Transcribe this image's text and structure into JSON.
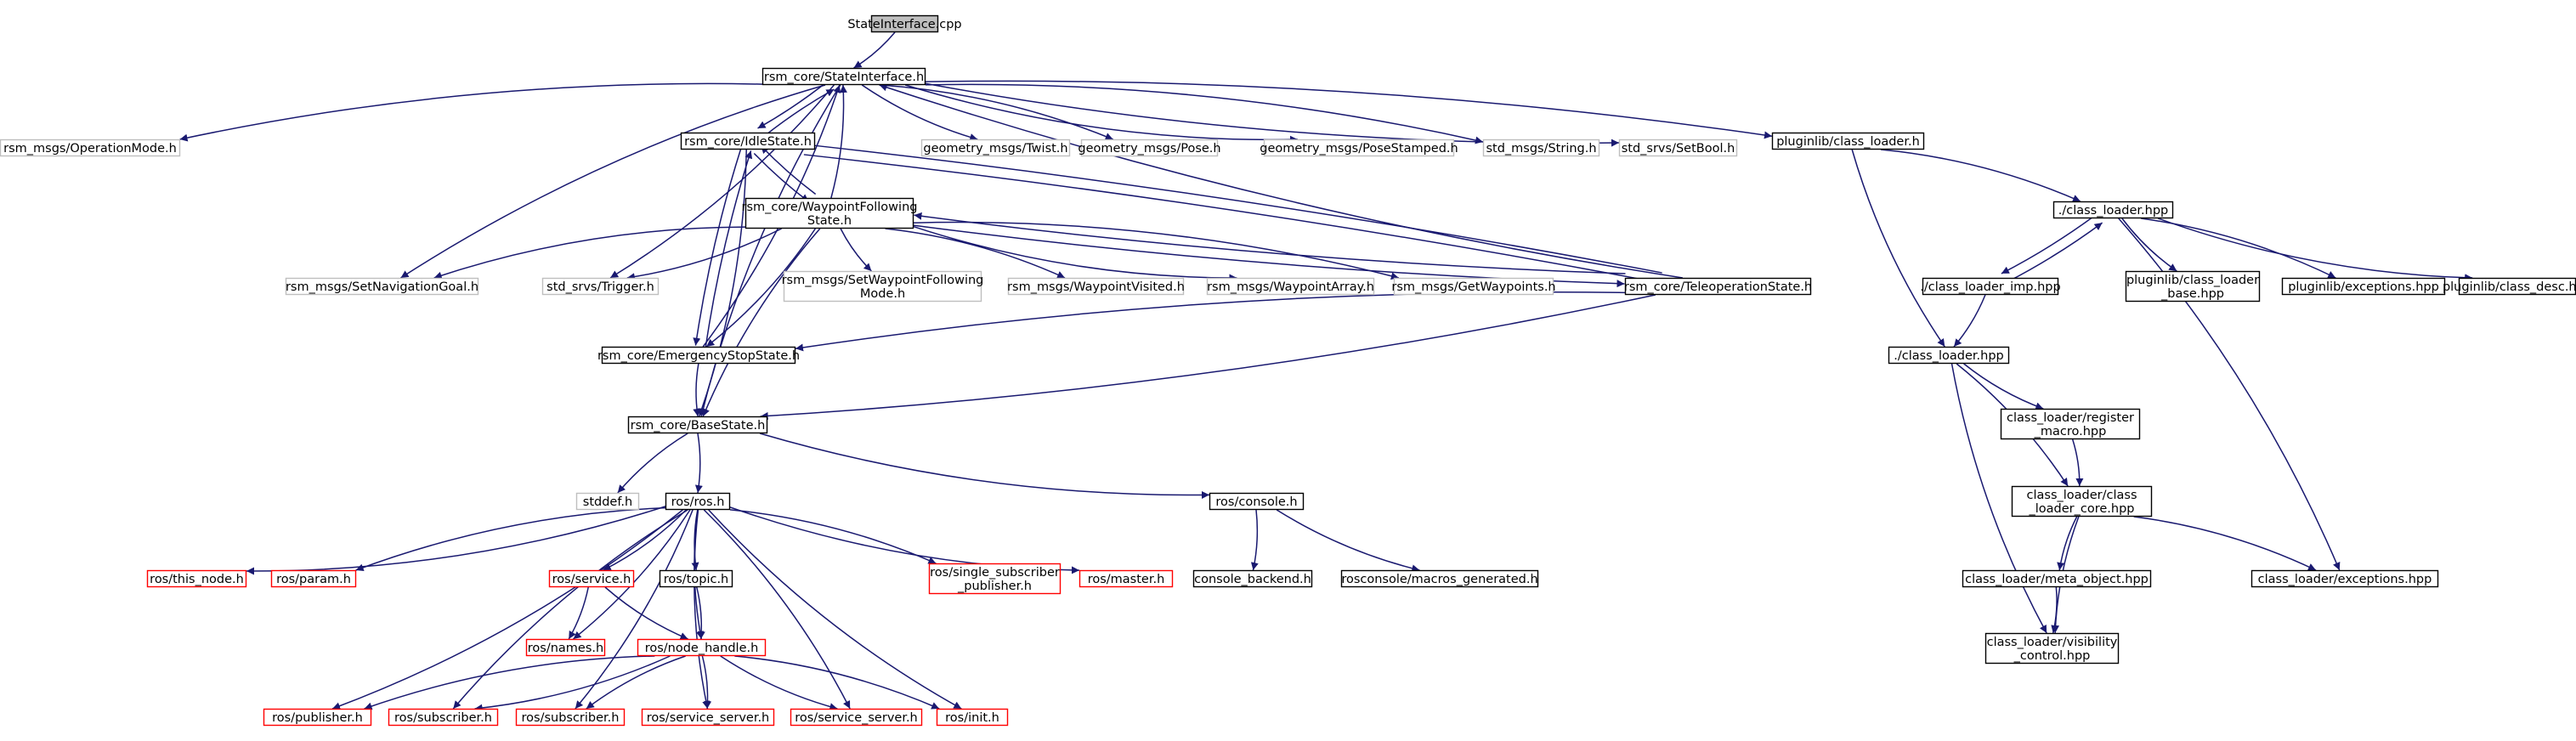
{
  "colors": {
    "edge": "#191970",
    "node_border_default": "#000000",
    "node_border_ext": "#bfbfbf",
    "node_border_missing": "#ff0000",
    "root_fill": "#bfbfbf",
    "node_fill": "#ffffff",
    "text": "#000000"
  },
  "nodes": [
    {
      "id": "cpp",
      "style": "root",
      "lines": [
        "StateInterface.cpp"
      ]
    },
    {
      "id": "si",
      "style": "normal",
      "lines": [
        "rsm_core/StateInterface.h"
      ]
    },
    {
      "id": "opmode",
      "style": "ext",
      "lines": [
        "rsm_msgs/OperationMode.h"
      ]
    },
    {
      "id": "idle",
      "style": "normal",
      "lines": [
        "rsm_core/IdleState.h"
      ]
    },
    {
      "id": "twist",
      "style": "ext",
      "lines": [
        "geometry_msgs/Twist.h"
      ]
    },
    {
      "id": "pose",
      "style": "ext",
      "lines": [
        "geometry_msgs/Pose.h"
      ]
    },
    {
      "id": "posest",
      "style": "ext",
      "lines": [
        "geometry_msgs/PoseStamped.h"
      ]
    },
    {
      "id": "string",
      "style": "ext",
      "lines": [
        "std_msgs/String.h"
      ]
    },
    {
      "id": "setbool",
      "style": "ext",
      "lines": [
        "std_srvs/SetBool.h"
      ]
    },
    {
      "id": "plclass",
      "style": "normal",
      "lines": [
        "pluginlib/class_loader.h"
      ]
    },
    {
      "id": "wpf",
      "style": "normal",
      "lines": [
        "rsm_core/WaypointFollowing",
        "State.h"
      ]
    },
    {
      "id": "clhpp1",
      "style": "normal",
      "lines": [
        "./class_loader.hpp"
      ]
    },
    {
      "id": "setnav",
      "style": "ext",
      "lines": [
        "rsm_msgs/SetNavigationGoal.h"
      ]
    },
    {
      "id": "trigger",
      "style": "ext",
      "lines": [
        "std_srvs/Trigger.h"
      ]
    },
    {
      "id": "setwpf",
      "style": "ext",
      "lines": [
        "rsm_msgs/SetWaypointFollowing",
        "Mode.h"
      ]
    },
    {
      "id": "wpv",
      "style": "ext",
      "lines": [
        "rsm_msgs/WaypointVisited.h"
      ]
    },
    {
      "id": "wpa",
      "style": "ext",
      "lines": [
        "rsm_msgs/WaypointArray.h"
      ]
    },
    {
      "id": "getwp",
      "style": "ext",
      "lines": [
        "rsm_msgs/GetWaypoints.h"
      ]
    },
    {
      "id": "teleop",
      "style": "normal",
      "lines": [
        "rsm_core/TeleoperationState.h"
      ]
    },
    {
      "id": "climp",
      "style": "normal",
      "lines": [
        "./class_loader_imp.hpp"
      ]
    },
    {
      "id": "plbase",
      "style": "normal",
      "lines": [
        "pluginlib/class_loader",
        "_base.hpp"
      ]
    },
    {
      "id": "plexc",
      "style": "normal",
      "lines": [
        "pluginlib/exceptions.hpp"
      ]
    },
    {
      "id": "pldesc",
      "style": "normal",
      "lines": [
        "pluginlib/class_desc.hpp"
      ]
    },
    {
      "id": "estop",
      "style": "normal",
      "lines": [
        "rsm_core/EmergencyStopState.h"
      ]
    },
    {
      "id": "clhpp2",
      "style": "normal",
      "lines": [
        "./class_loader.hpp"
      ]
    },
    {
      "id": "register",
      "style": "normal",
      "lines": [
        "class_loader/register",
        "_macro.hpp"
      ]
    },
    {
      "id": "base",
      "style": "normal",
      "lines": [
        "rsm_core/BaseState.h"
      ]
    },
    {
      "id": "clcore",
      "style": "normal",
      "lines": [
        "class_loader/class",
        "_loader_core.hpp"
      ]
    },
    {
      "id": "stddef",
      "style": "ext",
      "lines": [
        "stddef.h"
      ]
    },
    {
      "id": "rosh",
      "style": "normal",
      "lines": [
        "ros/ros.h"
      ]
    },
    {
      "id": "console",
      "style": "normal",
      "lines": [
        "ros/console.h"
      ]
    },
    {
      "id": "thisnode",
      "style": "missing",
      "lines": [
        "ros/this_node.h"
      ]
    },
    {
      "id": "param",
      "style": "missing",
      "lines": [
        "ros/param.h"
      ]
    },
    {
      "id": "service",
      "style": "missing",
      "lines": [
        "ros/service.h"
      ]
    },
    {
      "id": "topic",
      "style": "normal",
      "lines": [
        "ros/topic.h"
      ]
    },
    {
      "id": "singlesub",
      "style": "missing",
      "lines": [
        "ros/single_subscriber",
        "_publisher.h"
      ]
    },
    {
      "id": "master",
      "style": "missing",
      "lines": [
        "ros/master.h"
      ]
    },
    {
      "id": "cbackend",
      "style": "normal",
      "lines": [
        "console_backend.h"
      ]
    },
    {
      "id": "macros",
      "style": "normal",
      "lines": [
        "rosconsole/macros_generated.h"
      ]
    },
    {
      "id": "metaobj",
      "style": "normal",
      "lines": [
        "class_loader/meta_object.hpp"
      ]
    },
    {
      "id": "clexc",
      "style": "normal",
      "lines": [
        "class_loader/exceptions.hpp"
      ]
    },
    {
      "id": "names",
      "style": "missing",
      "lines": [
        "ros/names.h"
      ]
    },
    {
      "id": "nodehandle",
      "style": "missing",
      "lines": [
        "ros/node_handle.h"
      ]
    },
    {
      "id": "visctrl",
      "style": "normal",
      "lines": [
        "class_loader/visibility",
        "_control.hpp"
      ]
    },
    {
      "id": "publisher",
      "style": "missing",
      "lines": [
        "ros/publisher.h"
      ]
    },
    {
      "id": "subscriber1",
      "style": "missing",
      "lines": [
        "ros/subscriber.h"
      ]
    },
    {
      "id": "subscriber2",
      "style": "missing",
      "lines": [
        "ros/subscriber.h"
      ]
    },
    {
      "id": "srvserver1",
      "style": "missing",
      "lines": [
        "ros/service_server.h"
      ]
    },
    {
      "id": "srvserver2",
      "style": "missing",
      "lines": [
        "ros/service_server.h"
      ]
    },
    {
      "id": "init",
      "style": "missing",
      "lines": [
        "ros/init.h"
      ]
    }
  ],
  "edges": [
    [
      "cpp",
      "si"
    ],
    [
      "si",
      "opmode"
    ],
    [
      "si",
      "idle"
    ],
    [
      "si",
      "twist"
    ],
    [
      "si",
      "pose"
    ],
    [
      "si",
      "posest"
    ],
    [
      "si",
      "string"
    ],
    [
      "si",
      "setbool"
    ],
    [
      "si",
      "plclass"
    ],
    [
      "si",
      "setnav"
    ],
    [
      "si",
      "trigger"
    ],
    [
      "si",
      "base"
    ],
    [
      "idle",
      "si"
    ],
    [
      "idle",
      "wpf"
    ],
    [
      "idle",
      "teleop"
    ],
    [
      "idle",
      "estop"
    ],
    [
      "idle",
      "base"
    ],
    [
      "wpf",
      "si"
    ],
    [
      "wpf",
      "idle"
    ],
    [
      "wpf",
      "setnav"
    ],
    [
      "wpf",
      "trigger"
    ],
    [
      "wpf",
      "setwpf"
    ],
    [
      "wpf",
      "wpv"
    ],
    [
      "wpf",
      "wpa"
    ],
    [
      "wpf",
      "getwp"
    ],
    [
      "wpf",
      "teleop"
    ],
    [
      "wpf",
      "estop"
    ],
    [
      "wpf",
      "base"
    ],
    [
      "teleop",
      "si"
    ],
    [
      "teleop",
      "idle"
    ],
    [
      "teleop",
      "wpf"
    ],
    [
      "teleop",
      "estop"
    ],
    [
      "teleop",
      "base"
    ],
    [
      "estop",
      "si"
    ],
    [
      "estop",
      "idle"
    ],
    [
      "estop",
      "base"
    ],
    [
      "plclass",
      "clhpp1"
    ],
    [
      "plclass",
      "clhpp2"
    ],
    [
      "clhpp1",
      "climp"
    ],
    [
      "clhpp1",
      "plbase"
    ],
    [
      "clhpp1",
      "plexc"
    ],
    [
      "clhpp1",
      "pldesc"
    ],
    [
      "clhpp1",
      "clexc"
    ],
    [
      "climp",
      "clhpp1"
    ],
    [
      "climp",
      "clhpp2"
    ],
    [
      "clhpp2",
      "register"
    ],
    [
      "clhpp2",
      "clcore"
    ],
    [
      "clhpp2",
      "visctrl"
    ],
    [
      "register",
      "clcore"
    ],
    [
      "clcore",
      "metaobj"
    ],
    [
      "clcore",
      "clexc"
    ],
    [
      "clcore",
      "visctrl"
    ],
    [
      "metaobj",
      "visctrl"
    ],
    [
      "base",
      "stddef"
    ],
    [
      "base",
      "rosh"
    ],
    [
      "base",
      "console"
    ],
    [
      "console",
      "cbackend"
    ],
    [
      "console",
      "macros"
    ],
    [
      "rosh",
      "thisnode"
    ],
    [
      "rosh",
      "param"
    ],
    [
      "rosh",
      "service"
    ],
    [
      "rosh",
      "topic"
    ],
    [
      "rosh",
      "singlesub"
    ],
    [
      "rosh",
      "master"
    ],
    [
      "rosh",
      "names"
    ],
    [
      "rosh",
      "nodehandle"
    ],
    [
      "rosh",
      "publisher"
    ],
    [
      "rosh",
      "subscriber1"
    ],
    [
      "rosh",
      "subscriber2"
    ],
    [
      "rosh",
      "srvserver1"
    ],
    [
      "rosh",
      "srvserver2"
    ],
    [
      "rosh",
      "init"
    ],
    [
      "service",
      "names"
    ],
    [
      "service",
      "nodehandle"
    ],
    [
      "topic",
      "nodehandle"
    ],
    [
      "nodehandle",
      "publisher"
    ],
    [
      "nodehandle",
      "subscriber1"
    ],
    [
      "nodehandle",
      "subscriber2"
    ],
    [
      "nodehandle",
      "srvserver1"
    ],
    [
      "nodehandle",
      "srvserver2"
    ],
    [
      "nodehandle",
      "init"
    ]
  ]
}
